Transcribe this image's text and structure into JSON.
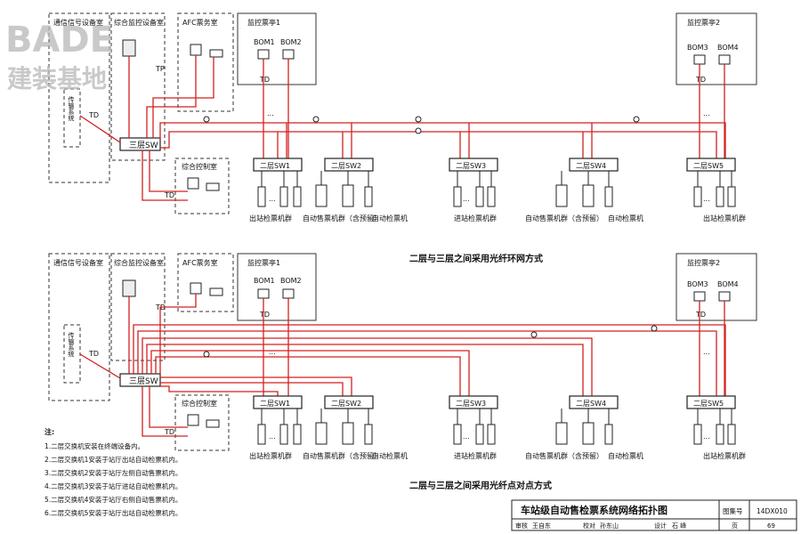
{
  "watermark": {
    "brand": "BADE",
    "sub": "建装基地"
  },
  "top": {
    "rooms": {
      "comm": "通信信号设备室",
      "monitor": "综合监控设备室",
      "afc": "AFC票务室",
      "office1": "监控票亭1",
      "office2": "监控票亭2",
      "control": "综合控制室",
      "transmission": "传输系统"
    },
    "bom1": "BOM1",
    "bom2": "BOM2",
    "bom3": "BOM3",
    "bom4": "BOM4",
    "core_switch": "三层SW",
    "switches": [
      "二层SW1",
      "二层SW2",
      "二层SW3",
      "二层SW4",
      "二层SW5"
    ],
    "td": "TD",
    "tp": "TP",
    "ellipsis": "...",
    "groups": {
      "g1": "出站检票机群",
      "g2": "自动售票机群（含预留）",
      "g2b": "自动检票机",
      "g3": "进站检票机群",
      "g4": "自动售票机群（含预留）",
      "g4b": "自动检票机",
      "g5": "出站检票机群"
    },
    "caption": "二层与三层之间采用光纤环网方式"
  },
  "bottom": {
    "rooms": {
      "comm": "通信信号设备室",
      "monitor": "综合监控设备室",
      "afc": "AFC票务室",
      "office1": "监控票亭1",
      "office2": "监控票亭2",
      "control": "综合控制室",
      "transmission": "传输系统"
    },
    "bom1": "BOM1",
    "bom2": "BOM2",
    "bom3": "BOM3",
    "bom4": "BOM4",
    "core_switch": "三层SW",
    "switches": [
      "二层SW1",
      "二层SW2",
      "二层SW3",
      "二层SW4",
      "二层SW5"
    ],
    "td": "TD",
    "ellipsis": "...",
    "groups": {
      "g1": "出站检票机群",
      "g2": "自动售票机群（含预留）",
      "g2b": "自动检票机",
      "g3": "进站检票机群",
      "g4": "自动售票机群（含预留）",
      "g4b": "自动检票机",
      "g5": "出站检票机群"
    },
    "caption": "二层与三层之间采用光纤点对点方式"
  },
  "notes": {
    "title": "注:",
    "items": [
      "1.二层交换机安装在终端设备内。",
      "2.二层交换机1安装于站厅出站自动检票机内。",
      "3.二层交换机2安装于站厅左侧自动售票机内。",
      "4.二层交换机3安装于站厅进站自动检票机内。",
      "5.二层交换机4安装于站厅右侧自动售票机内。",
      "6.二层交换机5安装于站厅出站自动检票机内。"
    ]
  },
  "title_block": {
    "title": "车站级自动售检票系统网络拓扑图",
    "atlas_label": "图集号",
    "atlas_no": "14DX010",
    "review_label": "审核",
    "review_name": "王自东",
    "check_label": "校对",
    "check_name": "孙东山",
    "design_label": "设计",
    "design_name": "石 峰",
    "page_label": "页",
    "page_no": "69"
  }
}
